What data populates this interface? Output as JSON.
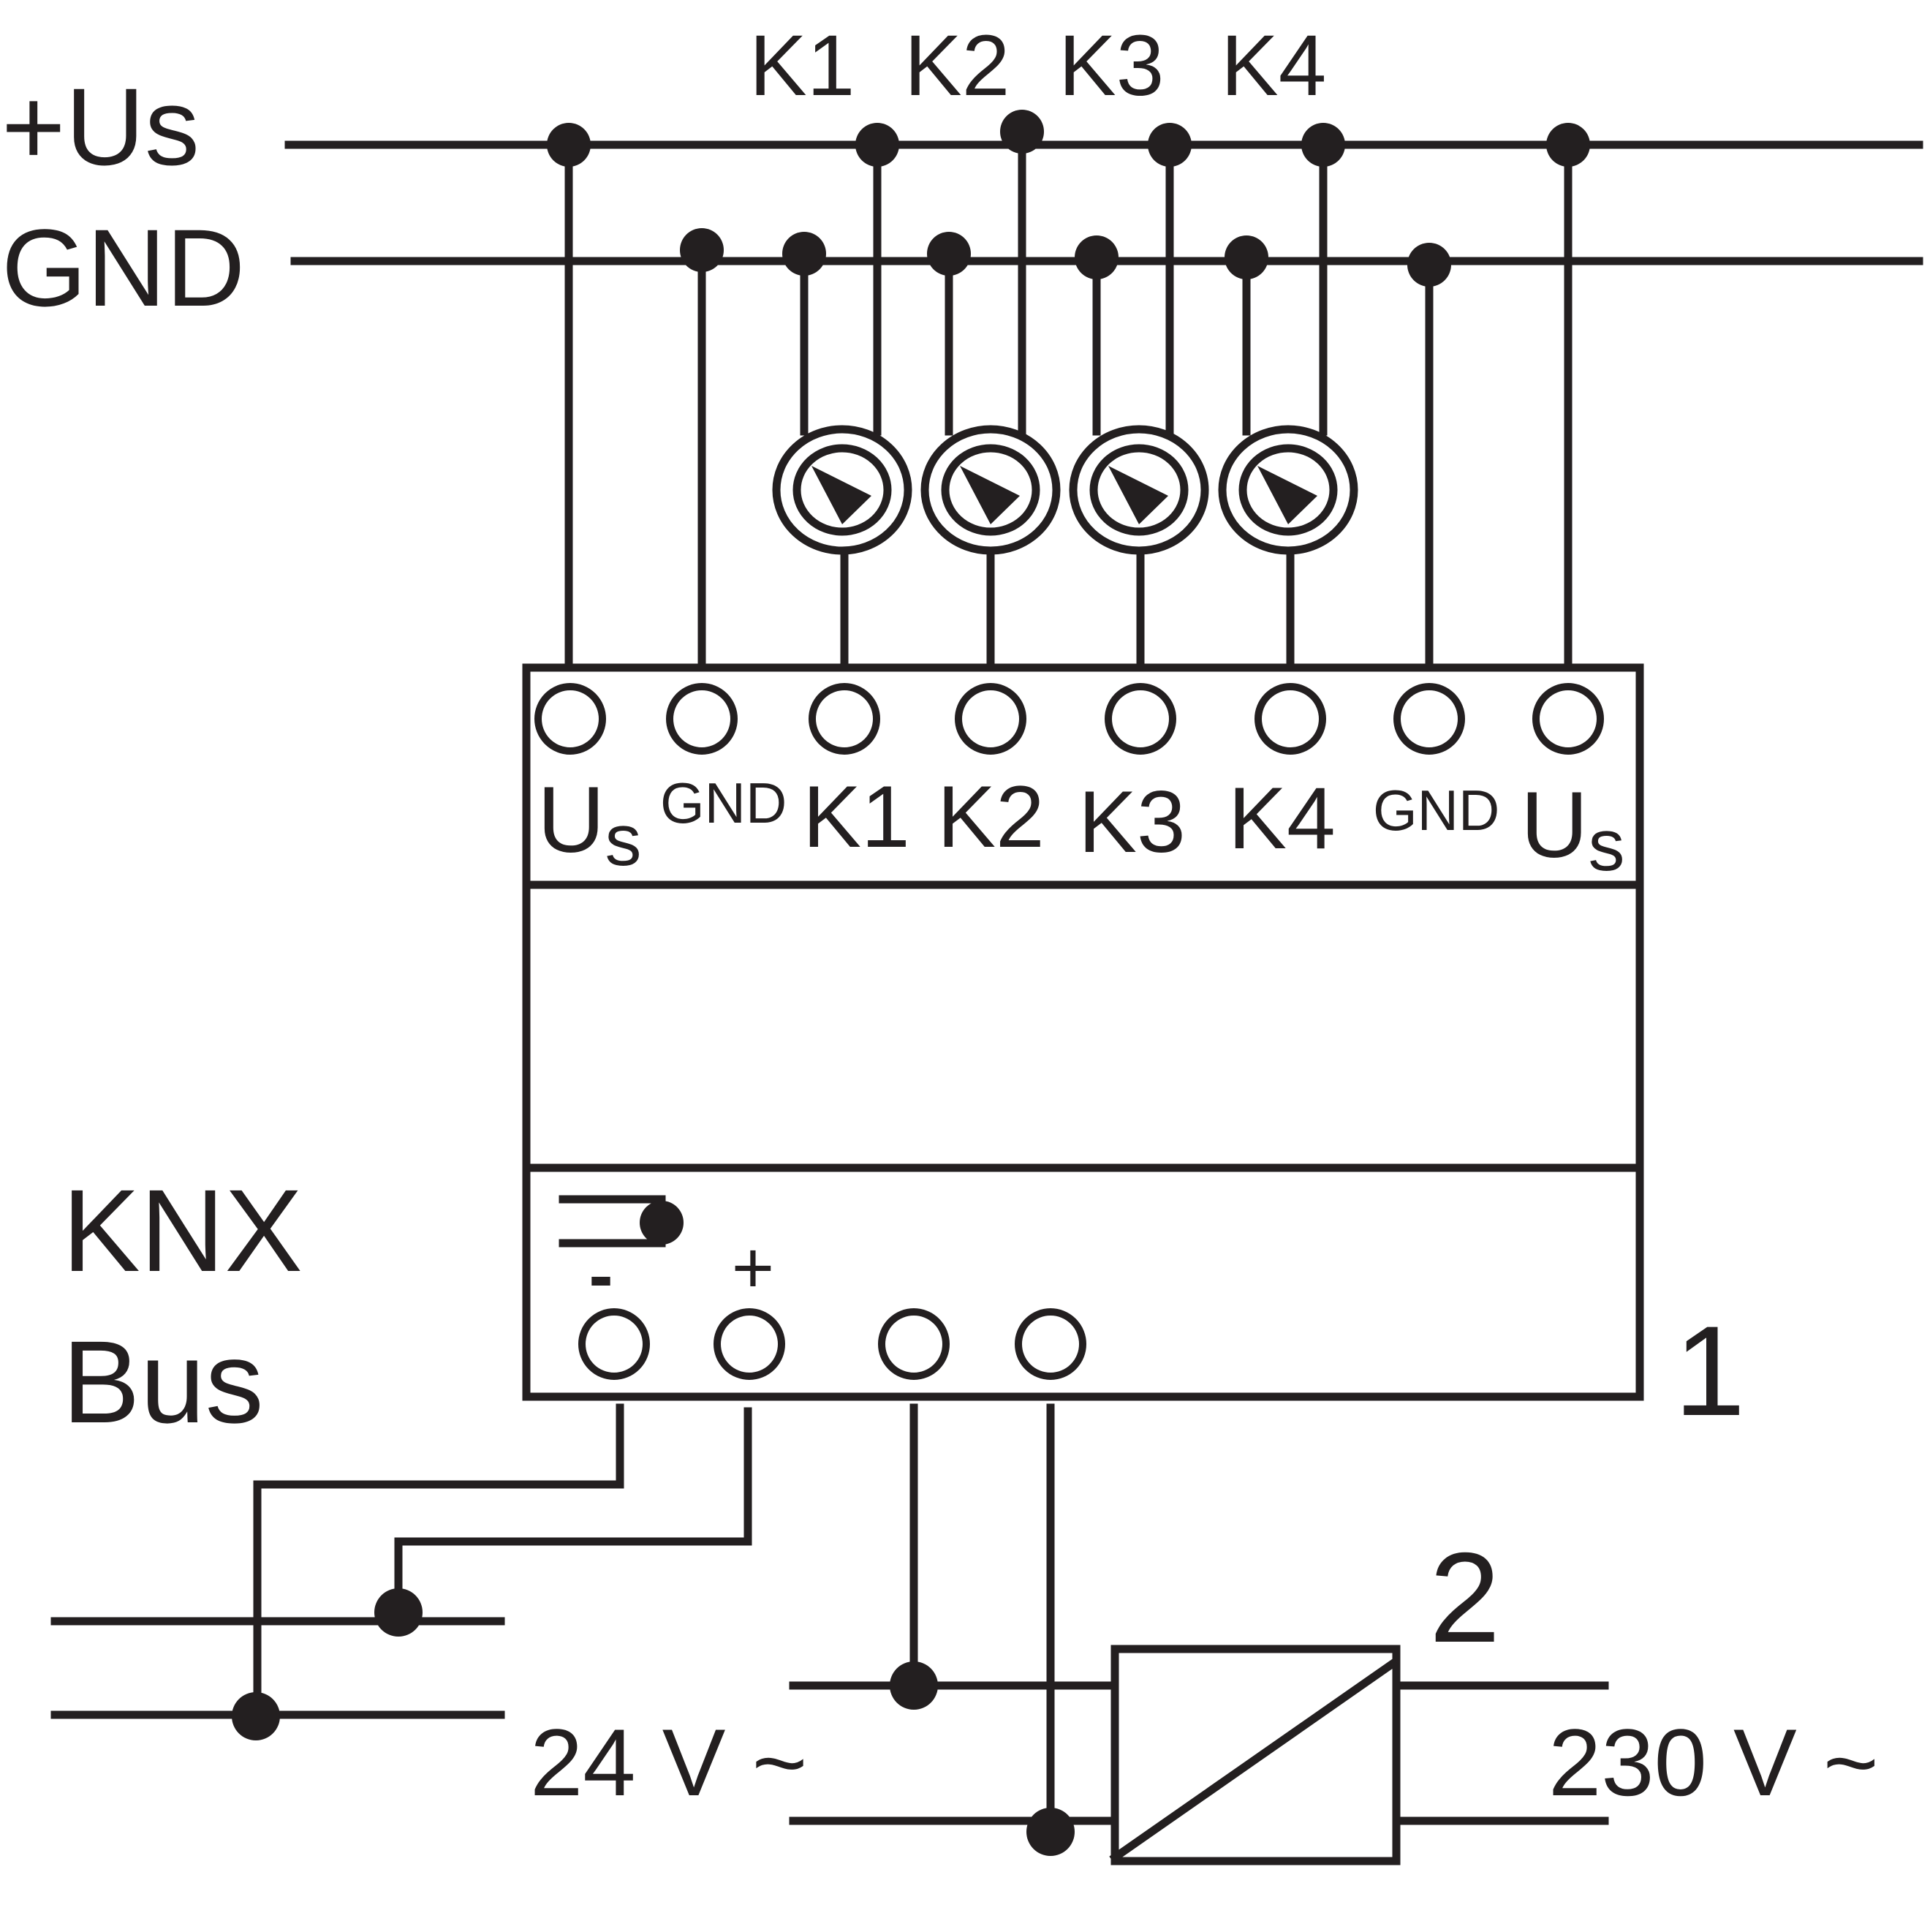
{
  "rails": {
    "plus_us": "+Us",
    "gnd": "GND"
  },
  "top_contacts": [
    "K1",
    "K2",
    "K3",
    "K4"
  ],
  "terminals": {
    "us_left": {
      "main": "U",
      "sub": "s"
    },
    "gnd_left": "GND",
    "k1": "K1",
    "k2": "K2",
    "k3": "K3",
    "k4": "K4",
    "gnd_right": "GND",
    "us_right": {
      "main": "U",
      "sub": "s"
    }
  },
  "knx": {
    "line1": "KNX",
    "line2": "Bus",
    "minus": "-",
    "plus": "+"
  },
  "callouts": {
    "device": "1",
    "transformer": "2"
  },
  "supply": {
    "secondary": "24 V ~",
    "primary": "230 V ~"
  },
  "colors": {
    "ink": "#231f20",
    "background": "#ffffff"
  }
}
